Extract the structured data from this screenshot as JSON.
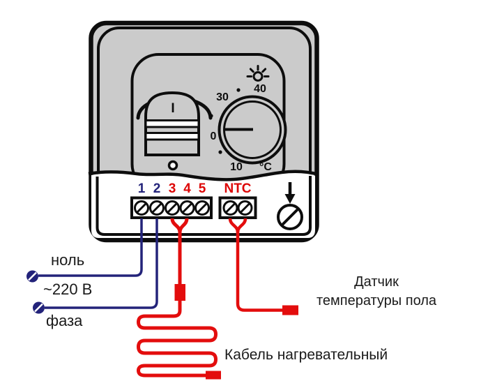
{
  "device": {
    "switch_mark": "I",
    "dial": {
      "mark_top_left": "30",
      "mark_top_right": "40",
      "mark_left": "0",
      "mark_bottom": "10",
      "unit": "°C"
    },
    "terminals": {
      "numbers": [
        "1",
        "2",
        "3",
        "4",
        "5"
      ],
      "ntc": "NTC"
    }
  },
  "wiring": {
    "neutral_label": "ноль",
    "supply_label": "~220 В",
    "phase_label": "фаза",
    "sensor_label_line1": "Датчик",
    "sensor_label_line2": "температуры пола",
    "heating_cable_label": "Кабель нагревательный"
  },
  "icons": {
    "light_indicator": "light-indicator-icon",
    "terminal_screws": "screw-icon",
    "fixing_screw": "screw-icon",
    "fixing_screw_pointer": "arrow-down-icon"
  },
  "colors": {
    "case_fill": "#cbcbcb",
    "outline": "#0d0d0d",
    "mains_wire": "#23237a",
    "heating_wire": "#e30d0d",
    "terminal_12_label": "#23237a",
    "terminal_345_label": "#dd0606"
  }
}
